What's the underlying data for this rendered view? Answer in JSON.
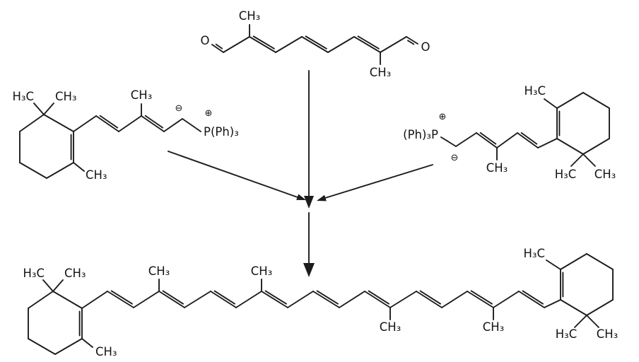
{
  "scheme": {
    "labels": {
      "methyl": "CH₃",
      "methyl_rev": "H₃C",
      "oxygen": "O",
      "phosphonium": "P(Ph)₃",
      "phosphonium_rev": "(Ph)₃P",
      "plus": "⊕",
      "minus": "⊖"
    }
  }
}
